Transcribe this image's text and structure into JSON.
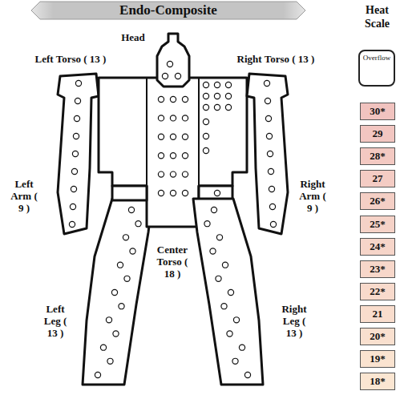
{
  "diagram": {
    "title": "Endo-Composite",
    "nodes": [
      {
        "text": [
          "Overflow"
        ]
      },
      {
        "text": [
          "30*"
        ]
      },
      {
        "text": [
          "29"
        ]
      },
      {
        "text": [
          "28*"
        ]
      },
      {
        "text": [
          "27"
        ]
      },
      {
        "text": [
          "26*"
        ]
      },
      {
        "text": [
          "25*"
        ]
      },
      {
        "text": [
          "24*"
        ]
      },
      {
        "text": [
          "23*"
        ]
      },
      {
        "text": [
          "22*"
        ]
      },
      {
        "text": [
          "21"
        ]
      },
      {
        "text": [
          "20*"
        ]
      },
      {
        "text": [
          "19*"
        ]
      },
      {
        "text": [
          "18*"
        ]
      }
    ],
    "labels": [
      "Head",
      "Left Torso ( 13 )",
      "Right Torso ( 13 )",
      "Left Arm ( 9 )",
      "Right Arm ( 9 )",
      "Center Torso ( 18 )",
      "Left Leg ( 13 )",
      "Right Leg ( 13 )",
      "Heat Scale"
    ]
  }
}
